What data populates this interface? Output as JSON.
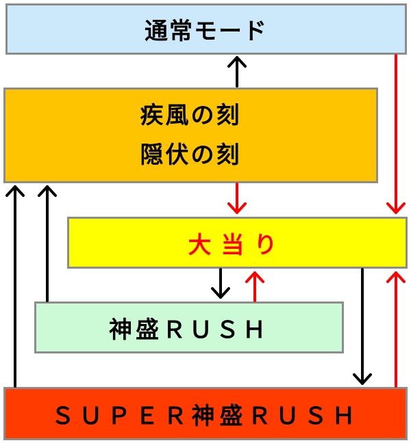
{
  "colors": {
    "normal_bg": "#cce8fb",
    "hayate_bg": "#ffc400",
    "jackpot_bg": "#ffff00",
    "jackpot_text": "#ff0000",
    "rush_bg": "#cdfad6",
    "super_bg": "#ff3b00",
    "arrow_black": "#000000",
    "arrow_red": "#ff0000",
    "box_border": "#8c8c8c"
  },
  "nodes": {
    "normal": {
      "label": "通常モード"
    },
    "hayate": {
      "line1": "疾風の刻",
      "line2": "隠伏の刻"
    },
    "jackpot": {
      "label": "大当り"
    },
    "rush": {
      "label": "神盛ＲＵＳＨ"
    },
    "super_rush": {
      "label": "ＳＵＰＥＲ神盛ＲＵＳＨ"
    }
  },
  "edges": [
    {
      "from": "hayate",
      "to": "normal",
      "color": "black"
    },
    {
      "from": "normal",
      "to": "jackpot",
      "color": "red"
    },
    {
      "from": "hayate",
      "to": "jackpot",
      "color": "red"
    },
    {
      "from": "jackpot",
      "to": "rush",
      "color": "black"
    },
    {
      "from": "rush",
      "to": "jackpot",
      "color": "red"
    },
    {
      "from": "jackpot",
      "to": "super_rush",
      "color": "black"
    },
    {
      "from": "super_rush",
      "to": "jackpot",
      "color": "red"
    },
    {
      "from": "rush",
      "to": "hayate",
      "color": "black"
    },
    {
      "from": "super_rush",
      "to": "hayate",
      "color": "black"
    }
  ]
}
